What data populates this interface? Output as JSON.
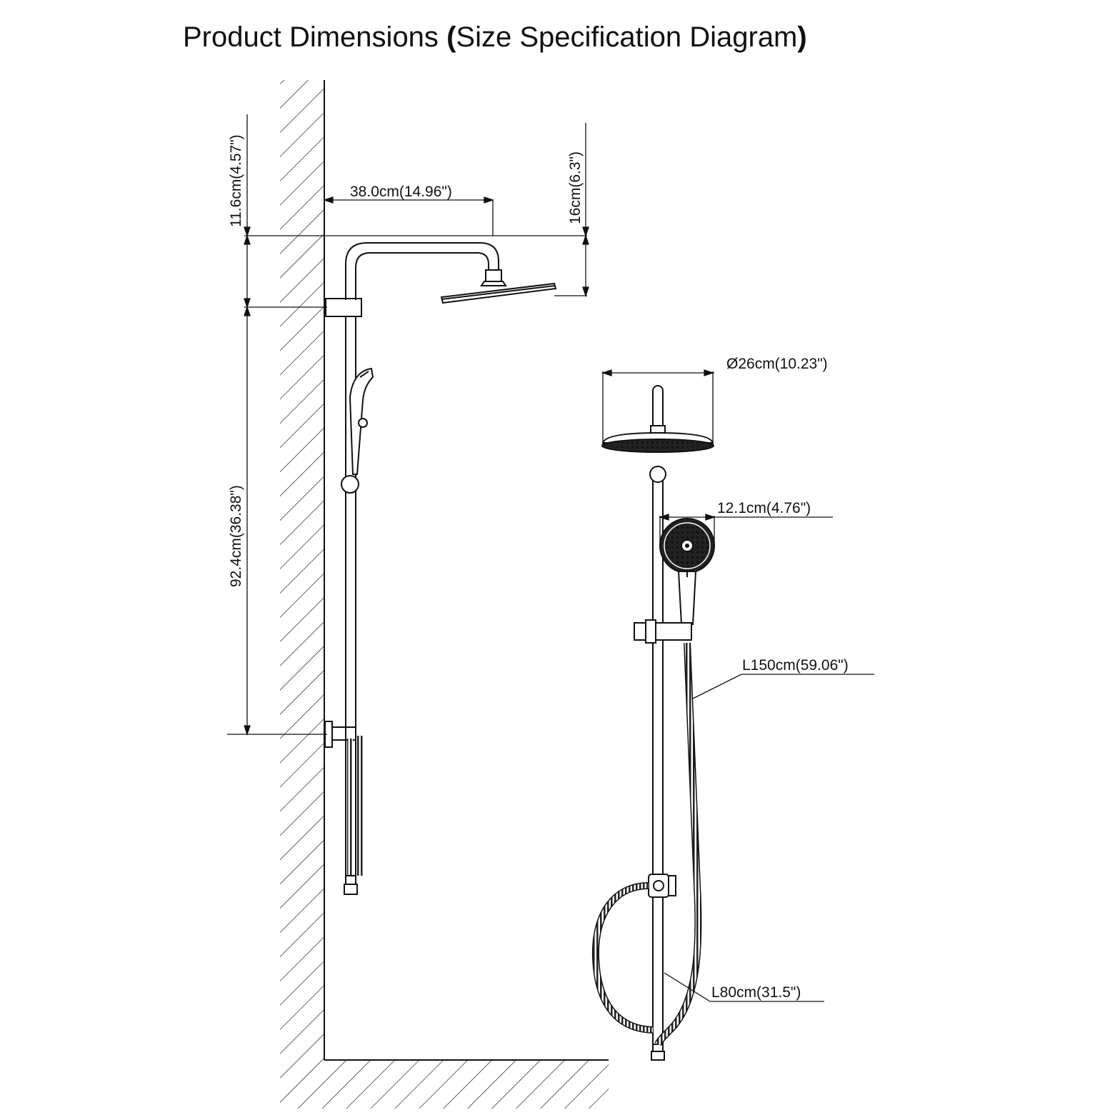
{
  "title": {
    "main": "Product Dimensions",
    "open_paren": "(",
    "sub": "Size Specification Diagram",
    "close_paren": ")"
  },
  "dimensions": {
    "top_height": "11.6cm(4.57\")",
    "arm_length": "38.0cm(14.96\")",
    "head_drop": "16cm(6.3\")",
    "rail_height": "92.4cm(36.38\")",
    "head_diameter": "Ø26cm(10.23\")",
    "handheld_width": "12.1cm(4.76\")",
    "hose_long": "L150cm(59.06\")",
    "hose_short": "L80cm(31.5\")"
  }
}
